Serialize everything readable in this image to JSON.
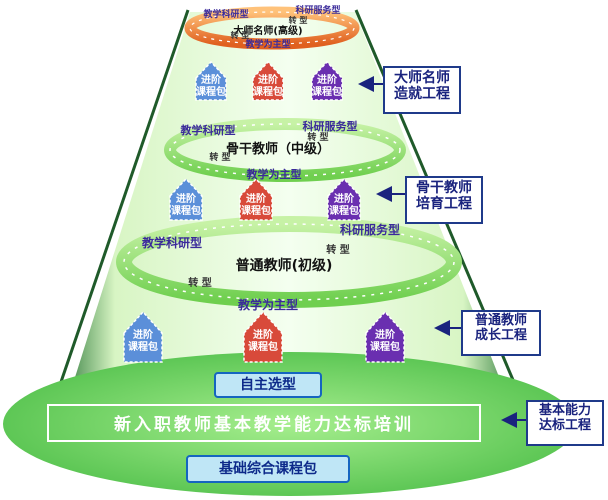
{
  "top": {
    "title": "大师名师(高级)",
    "left_band": "教学科研型",
    "right_band": "科研服务型",
    "bottom_band": "教学为主型",
    "transform_a": "转 型",
    "transform_b": "转 型"
  },
  "middle": {
    "title": "骨干教师（中级）",
    "left_band": "教学科研型",
    "right_band": "科研服务型",
    "bottom_band": "教学为主型",
    "transform_a": "转 型",
    "transform_b": "转 型"
  },
  "lower": {
    "title": "普通教师(初级)",
    "left_band": "教学科研型",
    "right_band": "科研服务型",
    "bottom_band": "教学为主型",
    "transform_a": "转 型",
    "transform_b": "转 型"
  },
  "packages": {
    "line1": "进阶",
    "line2": "课程包"
  },
  "base": {
    "self_select": "自主选型",
    "training": "新入职教师基本教学能力达标培训",
    "basic_package": "基础综合课程包"
  },
  "side_labels": [
    {
      "line1": "大师名师",
      "line2": "造就工程"
    },
    {
      "line1": "骨干教师",
      "line2": "培育工程"
    },
    {
      "line1": "普通教师",
      "line2": "成长工程"
    },
    {
      "line1": "基本能力",
      "line2": "达标工程"
    }
  ],
  "colors": {
    "blue_pkg": "#5b8fd9",
    "red_pkg": "#d84a3a",
    "purple_pkg": "#6a2fb0",
    "ring_green": "#9be07a",
    "top_ring": "#f28a3a",
    "band_text": "#3a2a9a",
    "base_green": "#7bd86a"
  }
}
